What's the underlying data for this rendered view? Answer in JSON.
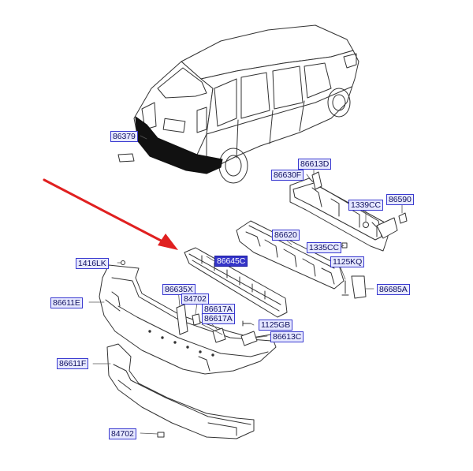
{
  "parts": {
    "p86379": "86379",
    "p86613D": "86613D",
    "p86630F": "86630F",
    "p1339CC": "1339CC",
    "p86590": "86590",
    "p86620": "86620",
    "p1335CC": "1335CC",
    "p1125KQ": "1125KQ",
    "p86685A": "86685A",
    "p86645C": "86645C",
    "p1416LK": "1416LK",
    "p86611E": "86611E",
    "p86635X": "86635X",
    "p84702a": "84702",
    "p86617Aa": "86617A",
    "p86617Ab": "86617A",
    "p1125GB": "1125GB",
    "p86613C": "86613C",
    "p86611F": "86611F",
    "p84702b": "84702"
  },
  "colors": {
    "label_fill": "#e6e8ff",
    "label_border": "#3a3ad0",
    "selected_fill": "#3535c8",
    "arrow": "#e02020",
    "line": "#333333"
  }
}
